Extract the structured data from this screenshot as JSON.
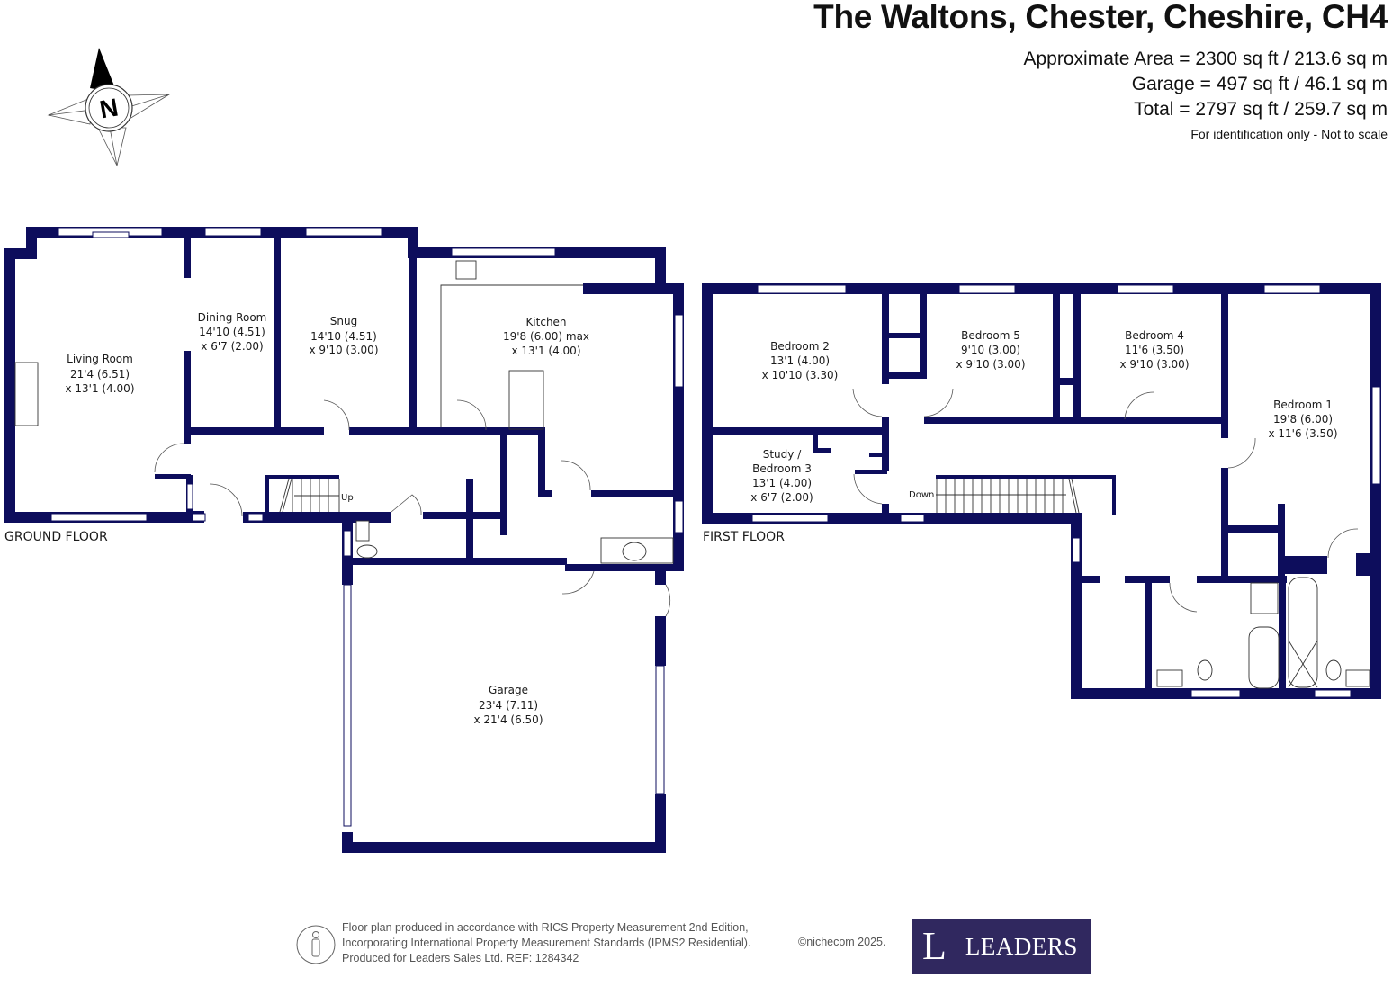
{
  "header": {
    "title": "The Waltons, Chester, Cheshire, CH4",
    "areas": [
      "Approximate Area = 2300 sq ft / 213.6 sq m",
      "Garage = 497 sq ft / 46.1 sq m",
      "Total = 2797 sq ft / 259.7 sq m"
    ],
    "note": "For identification only - Not to scale"
  },
  "compass": {
    "icon": "north-compass-icon",
    "letter": "N"
  },
  "colors": {
    "wall": "#0d0d5c",
    "logo_bg": "#30285f"
  },
  "ground_floor": {
    "label": "GROUND FLOOR",
    "stair_label": "Up",
    "rooms": [
      {
        "name": "Living Room",
        "dim1": "21'4 (6.51)",
        "dim2": "x 13'1 (4.00)"
      },
      {
        "name": "Dining Room",
        "dim1": "14'10 (4.51)",
        "dim2": "x 6'7 (2.00)"
      },
      {
        "name": "Snug",
        "dim1": "14'10 (4.51)",
        "dim2": "x 9'10 (3.00)"
      },
      {
        "name": "Kitchen",
        "dim1": "19'8 (6.00) max",
        "dim2": "x 13'1 (4.00)"
      },
      {
        "name": "Garage",
        "dim1": "23'4 (7.11)",
        "dim2": "x 21'4 (6.50)"
      }
    ]
  },
  "first_floor": {
    "label": "FIRST FLOOR",
    "stair_label": "Down",
    "rooms": [
      {
        "name": "Bedroom 2",
        "dim1": "13'1 (4.00)",
        "dim2": "x 10'10 (3.30)"
      },
      {
        "name": "Bedroom 5",
        "dim1": "9'10 (3.00)",
        "dim2": "x 9'10 (3.00)"
      },
      {
        "name": "Bedroom 4",
        "dim1": "11'6 (3.50)",
        "dim2": "x 9'10 (3.00)"
      },
      {
        "name": "Bedroom 1",
        "dim1": "19'8 (6.00)",
        "dim2": "x 11'6 (3.50)"
      },
      {
        "name": "Study /",
        "name2": "Bedroom 3",
        "dim1": "13'1 (4.00)",
        "dim2": "x 6'7 (2.00)"
      }
    ]
  },
  "footer": {
    "lines": [
      "Floor plan produced in accordance with RICS Property Measurement 2nd Edition,",
      "Incorporating International Property Measurement Standards (IPMS2 Residential).",
      "Produced for Leaders Sales Ltd.   REF:  1284342"
    ],
    "copyright": "©nichecom 2025.",
    "logo_letter": "L",
    "logo_text": "LEADERS"
  }
}
